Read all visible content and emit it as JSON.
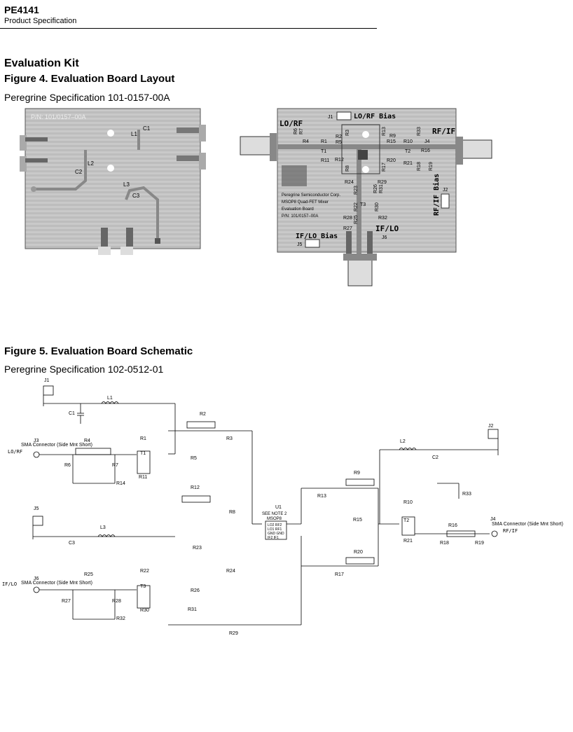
{
  "header": {
    "part_number": "PE4141",
    "subtitle": "Product Specification"
  },
  "section": {
    "title": "Evaluation Kit"
  },
  "figure4": {
    "title": "Figure 4. Evaluation Board Layout",
    "spec": "Peregrine Specification 101-0157-00A",
    "left_board": {
      "pn": "P/N: 101/0157–00A",
      "labels": [
        "L1",
        "C1",
        "L2",
        "C2",
        "L3",
        "C3"
      ]
    },
    "right_board": {
      "lo_rf": "LO/RF",
      "lo_rf_bias": "LO/RF Bias",
      "rf_if": "RF/IF",
      "rf_if_bias": "RF/IF Bias",
      "if_lo": "IF/LO",
      "if_lo_bias": "IF/LO Bias",
      "j1": "J1",
      "j2": "J2",
      "j4": "J4",
      "j5": "J5",
      "j6": "J6",
      "info_lines": [
        "Peregrine Semiconductor Corp.",
        "MSOP8 Quad-FET Mixer",
        "Evaluation Board",
        "P/N: 101/0157–00A"
      ],
      "parts": [
        "R6",
        "R7",
        "R4",
        "R1",
        "R11",
        "R2",
        "R5",
        "R3",
        "R12",
        "R13",
        "R8",
        "T1",
        "R9",
        "R15",
        "R10",
        "R33",
        "R16",
        "T2",
        "R20",
        "R21",
        "R18",
        "R19",
        "R17",
        "R24",
        "R23",
        "R26",
        "R29",
        "R31",
        "R22",
        "R30",
        "R28",
        "R25",
        "R32",
        "R27",
        "T3"
      ]
    }
  },
  "figure5": {
    "title": "Figure 5. Evaluation Board Schematic",
    "spec": "Peregrine Specification 102-0512-01",
    "sma_label": "SMA Connector (Side Mnt Short)",
    "lo_rf": "LO/RF",
    "if_lo": "IF/LO",
    "rf_if": "RF/IF",
    "u1": "U1",
    "see_note": "SEE NOTE 2",
    "msop": "MSOP8",
    "pins": [
      "LO2 RF2",
      "LO1 RF1",
      "GND GND",
      "IF2 IF1"
    ],
    "refs": {
      "j1": "J1",
      "j2": "J2",
      "j3": "J3",
      "j4": "J4",
      "j5": "J5",
      "j6": "J6",
      "l1": "L1",
      "l2": "L2",
      "l3": "L3",
      "c1": "C1",
      "c2": "C2",
      "c3": "C3",
      "t1": "T1",
      "t2": "T2",
      "t3": "T3",
      "r1": "R1",
      "r2": "R2",
      "r3": "R3",
      "r4": "R4",
      "r5": "R5",
      "r6": "R6",
      "r7": "R7",
      "r8": "R8",
      "r9": "R9",
      "r10": "R10",
      "r11": "R11",
      "r12": "R12",
      "r13": "R13",
      "r14": "R14",
      "r15": "R15",
      "r16": "R16",
      "r17": "R17",
      "r18": "R18",
      "r19": "R19",
      "r20": "R20",
      "r21": "R21",
      "r22": "R22",
      "r23": "R23",
      "r24": "R24",
      "r25": "R25",
      "r26": "R26",
      "r27": "R27",
      "r28": "R28",
      "r29": "R29",
      "r30": "R30",
      "r31": "R31",
      "r32": "R32",
      "r33": "R33"
    }
  }
}
